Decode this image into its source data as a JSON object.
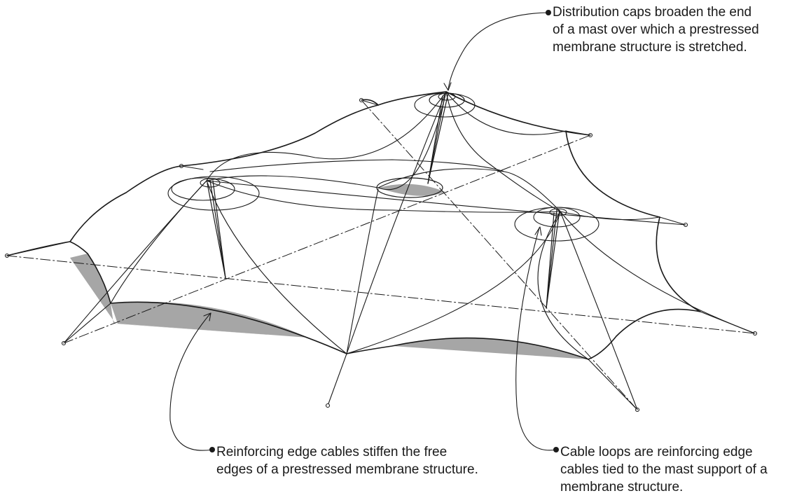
{
  "annotations": {
    "distribution_caps": {
      "lines": [
        "Distribution caps broaden the end",
        "of a mast over which a prestressed",
        "membrane structure is stretched."
      ]
    },
    "edge_cables": {
      "lines": [
        "Reinforcing edge cables stiffen the free",
        "edges of a prestressed membrane structure."
      ]
    },
    "cable_loops": {
      "lines": [
        "Cable loops are reinforcing edge",
        "cables tied to the mast support of a",
        "membrane structure."
      ]
    }
  },
  "colors": {
    "line": "#1a1a1a",
    "shadow": "#a6a6a6",
    "background": "#ffffff"
  }
}
